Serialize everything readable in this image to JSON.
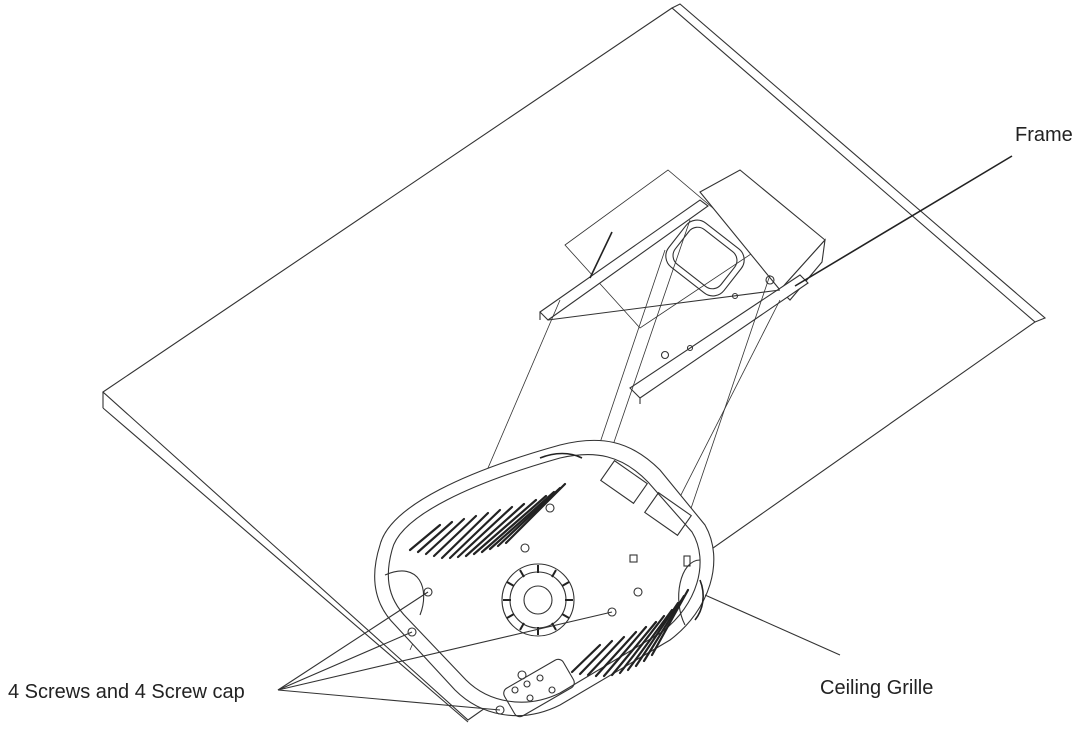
{
  "labels": {
    "frame": "Frame",
    "ceiling_grille": "Ceiling Grille",
    "screws": "4 Screws and 4 Screw cap"
  },
  "colors": {
    "line": "#333333",
    "background": "#ffffff"
  }
}
